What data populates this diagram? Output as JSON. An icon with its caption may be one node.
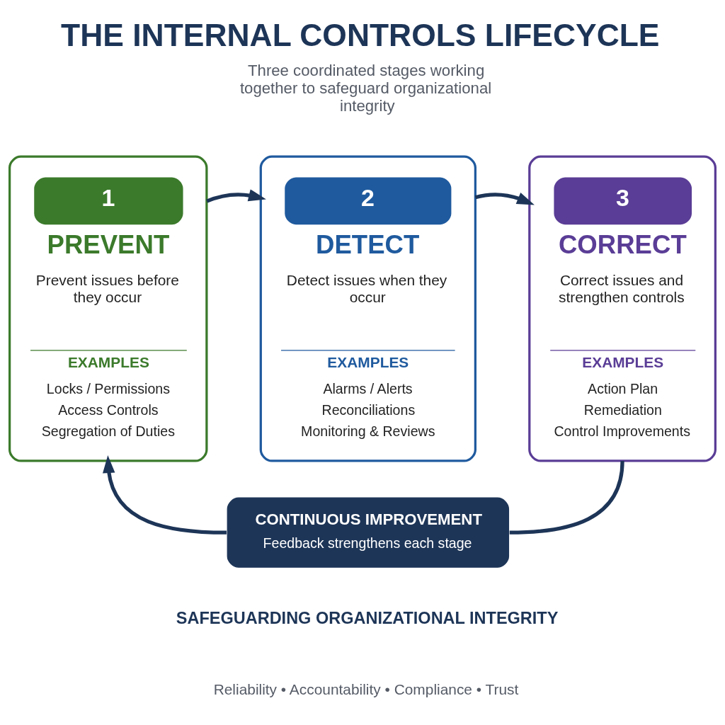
{
  "diagram": {
    "title": "THE INTERNAL CONTROLS LIFECYCLE",
    "nodes": [
      {
        "text": [
          "1",
          "PREVENT",
          "Prevent issues before they occur",
          "EXAMPLES",
          "Locks / Permissions",
          "Access Controls",
          "Segregation of Duties"
        ]
      },
      {
        "text": [
          "2",
          "DETECT",
          "Detect issues when they occur",
          "EXAMPLES",
          "Alarms / Alerts",
          "Reconciliations",
          "Monitoring & Reviews"
        ]
      },
      {
        "text": [
          "3",
          "CORRECT",
          "Correct issues and strengthen controls",
          "EXAMPLES",
          "Action Plan",
          "Remediation",
          "Control Improvements"
        ]
      },
      {
        "text": [
          "CONTINUOUS IMPROVEMENT",
          "Feedback strengthens each stage"
        ]
      }
    ],
    "edges": [
      {
        "from": 0,
        "to": 1,
        "arrow": "to"
      },
      {
        "from": 1,
        "to": 2,
        "arrow": "to"
      },
      {
        "from": 2,
        "to": 3,
        "arrow": "none"
      },
      {
        "from": 3,
        "to": 0,
        "arrow": "to"
      }
    ],
    "labels": [
      "Three coordinated stages working together to safeguard organizational integrity",
      "SAFEGUARDING ORGANIZATIONAL INTEGRITY",
      "Reliability • Accountability • Compliance • Trust"
    ]
  }
}
